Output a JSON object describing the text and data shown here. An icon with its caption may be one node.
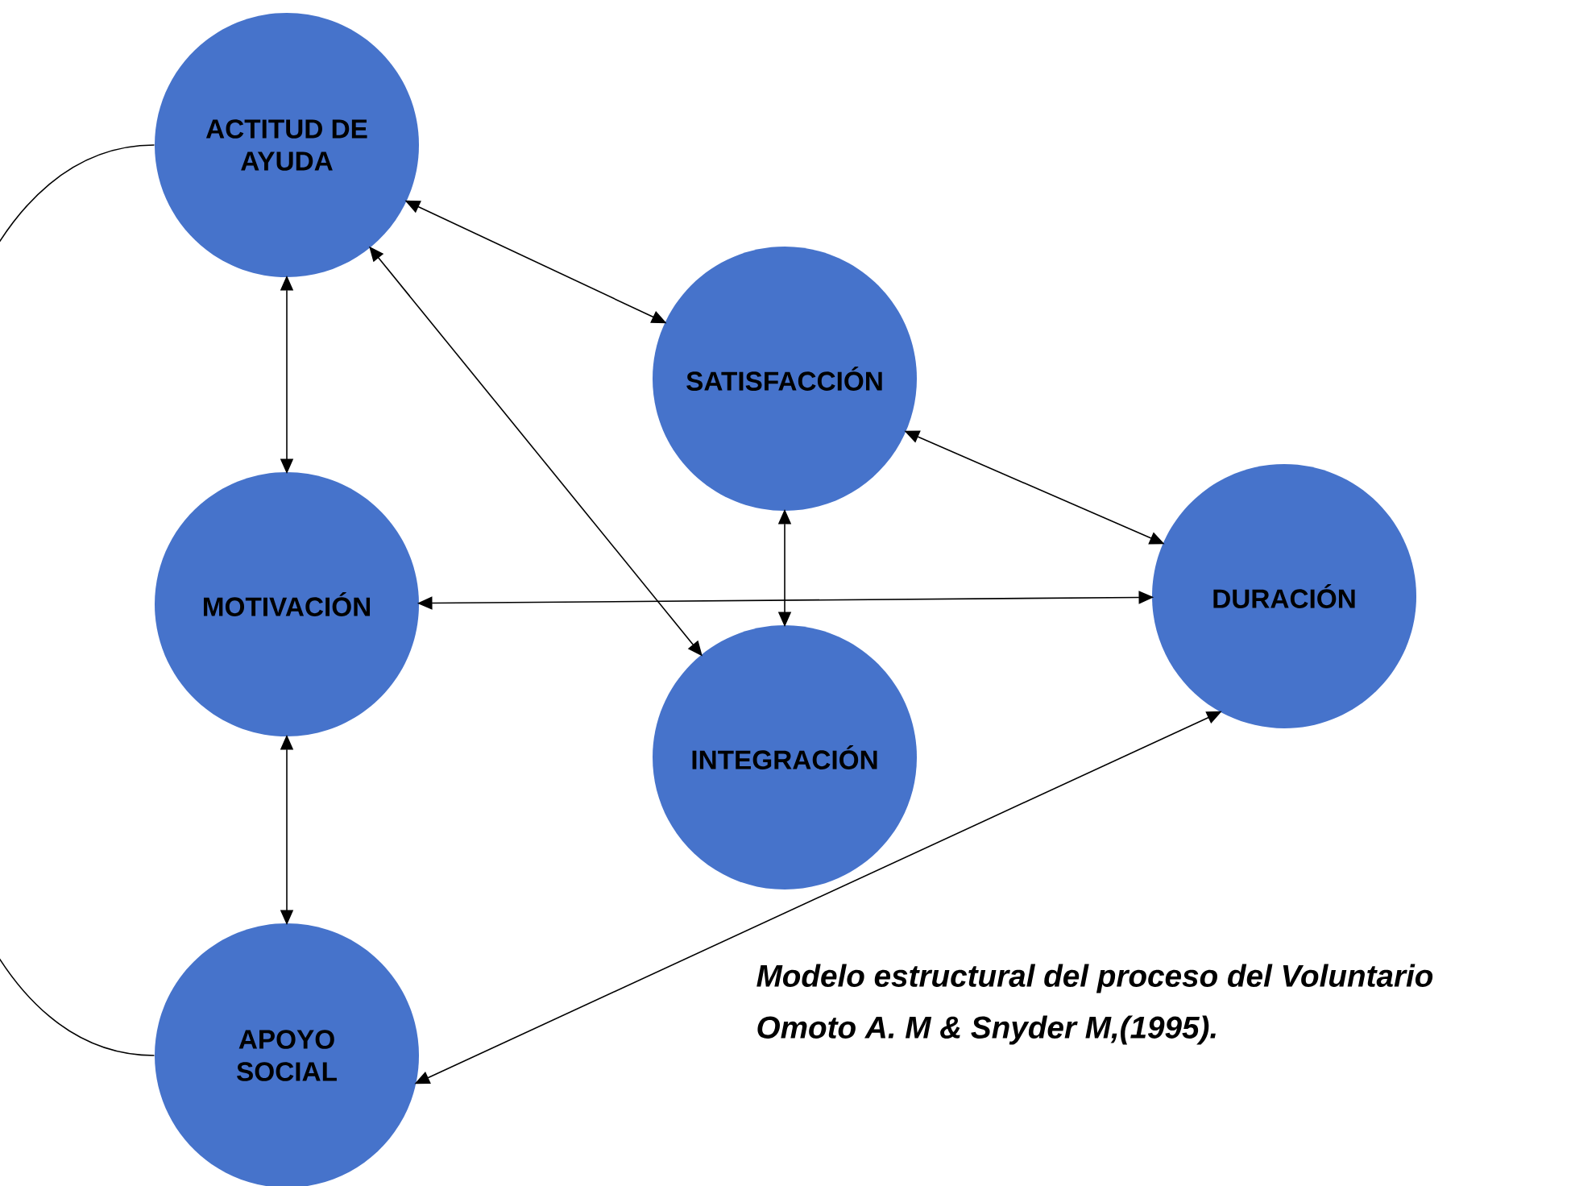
{
  "diagram": {
    "caption": "Modelo estructural del proceso del Voluntario Omoto A. M & Snyder M,(1995).",
    "nodes": [
      {
        "text": [
          "ACTITUD DE AYUDA"
        ]
      },
      {
        "text": [
          "SATISFACCIÓN"
        ]
      },
      {
        "text": [
          "MOTIVACIÓN"
        ]
      },
      {
        "text": [
          "DURACIÓN"
        ]
      },
      {
        "text": [
          "INTEGRACIÓN"
        ]
      },
      {
        "text": [
          "APOYO SOCIAL"
        ]
      }
    ],
    "edges": [
      {
        "from": 0,
        "to": 1,
        "arrow": "both"
      },
      {
        "from": 0,
        "to": 2,
        "arrow": "both"
      },
      {
        "from": 0,
        "to": 4,
        "arrow": "both"
      },
      {
        "from": 1,
        "to": 3,
        "arrow": "both"
      },
      {
        "from": 1,
        "to": 4,
        "arrow": "both"
      },
      {
        "from": 2,
        "to": 3,
        "arrow": "both"
      },
      {
        "from": 2,
        "to": 5,
        "arrow": "both"
      },
      {
        "from": 5,
        "to": 3,
        "arrow": "both"
      },
      {
        "from": 0,
        "to": 5,
        "arrow": "none"
      }
    ]
  }
}
